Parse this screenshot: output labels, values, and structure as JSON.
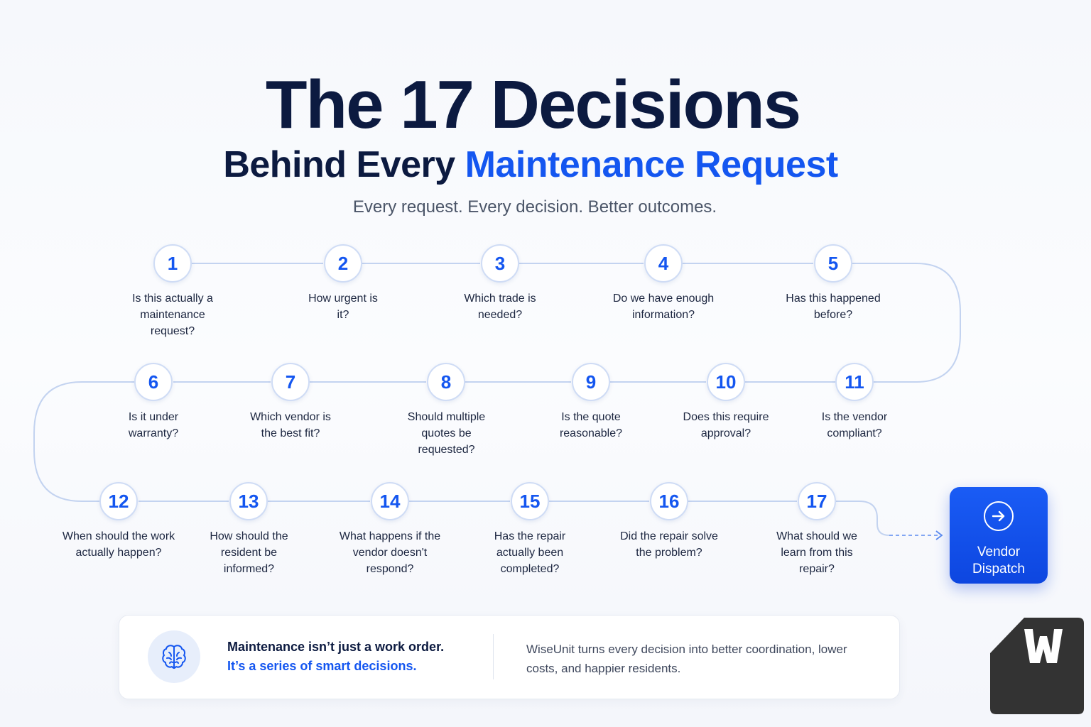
{
  "header": {
    "title": "The 17 Decisions",
    "subtitle_prefix": "Behind Every ",
    "subtitle_accent": "Maintenance Request",
    "tagline": "Every request. Every decision. Better outcomes."
  },
  "decisions": [
    {
      "number": "1",
      "question": "Is this actually a maintenance request?"
    },
    {
      "number": "2",
      "question": "How urgent is it?"
    },
    {
      "number": "3",
      "question": "Which trade is needed?"
    },
    {
      "number": "4",
      "question": "Do we have enough information?"
    },
    {
      "number": "5",
      "question": "Has this happened before?"
    },
    {
      "number": "6",
      "question": "Is it under warranty?"
    },
    {
      "number": "7",
      "question": "Which vendor is the best fit?"
    },
    {
      "number": "8",
      "question": "Should multiple quotes be requested?"
    },
    {
      "number": "9",
      "question": "Is the quote reasonable?"
    },
    {
      "number": "10",
      "question": "Does this require approval?"
    },
    {
      "number": "11",
      "question": "Is the vendor compliant?"
    },
    {
      "number": "12",
      "question": "When should the work actually happen?"
    },
    {
      "number": "13",
      "question": "How should the resident be informed?"
    },
    {
      "number": "14",
      "question": "What happens if the vendor doesn't respond?"
    },
    {
      "number": "15",
      "question": "Has the repair actually been completed?"
    },
    {
      "number": "16",
      "question": "Did the repair solve the problem?"
    },
    {
      "number": "17",
      "question": "What should we learn from this repair?"
    }
  ],
  "dispatch": {
    "label": "Vendor Dispatch",
    "icon": "arrow-right-circle-icon"
  },
  "footer": {
    "icon": "brain-icon",
    "line1": "Maintenance isn’t just a work order.",
    "line2": "It’s a series of smart decisions.",
    "text": "WiseUnit turns every decision into better coordination, lower costs, and happier residents."
  },
  "logo": {
    "letter": "W"
  },
  "colors": {
    "accent": "#1456f0",
    "title": "#0c1a40",
    "connector": "#c3d3f0",
    "logo_bg": "#333333"
  }
}
